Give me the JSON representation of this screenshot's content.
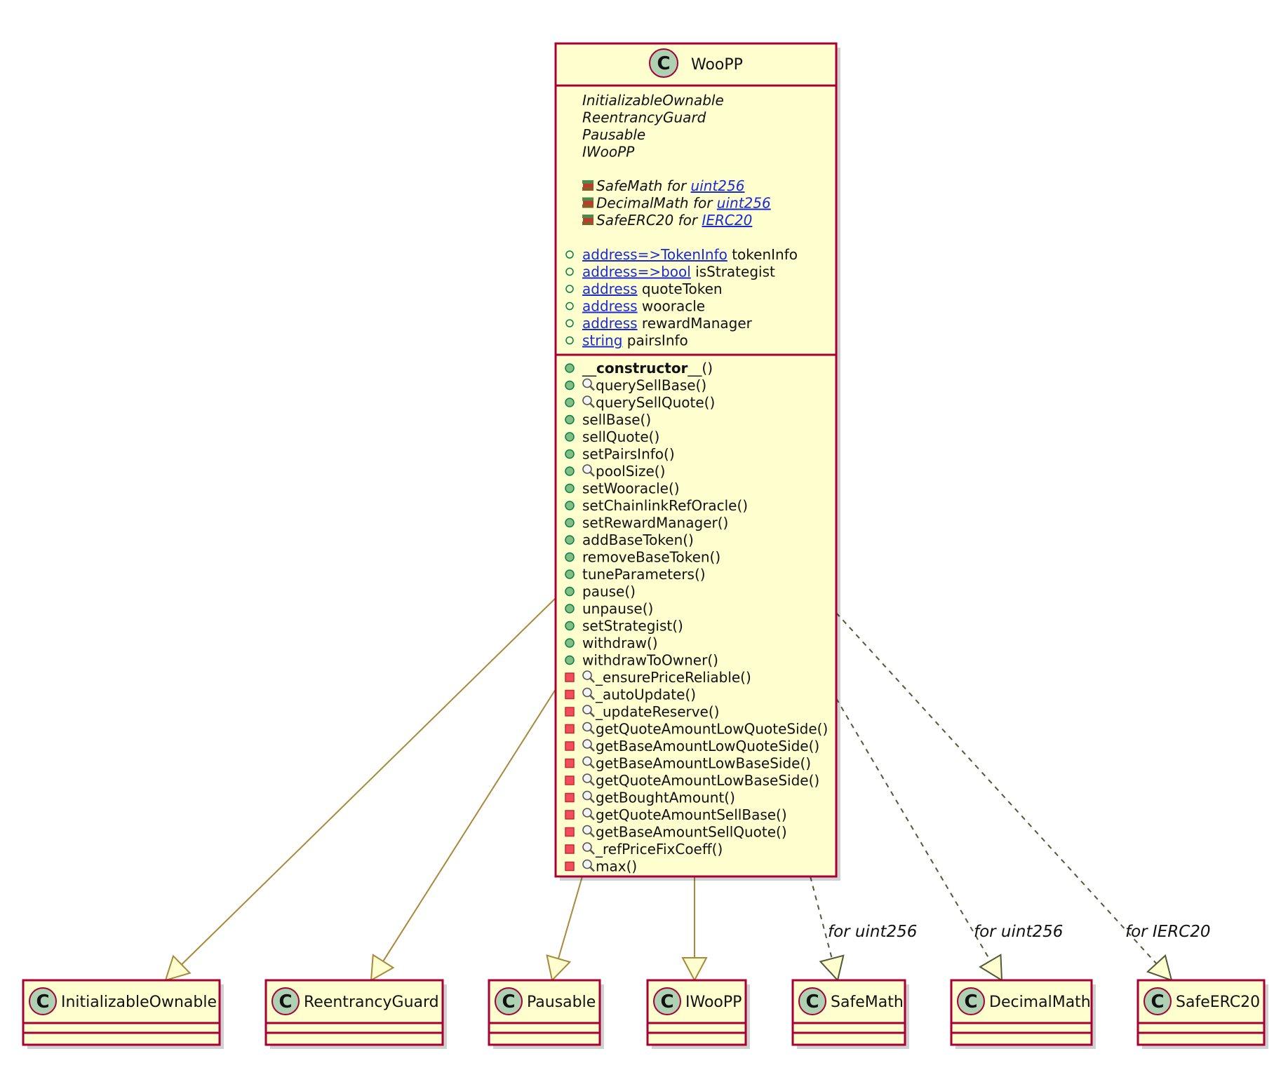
{
  "main_class": {
    "name": "WooPP",
    "stereotype_letter": "C",
    "parents": [
      "InitializableOwnable",
      "ReentrancyGuard",
      "Pausable",
      "IWooPP"
    ],
    "libraries": [
      {
        "lib": "SafeMath",
        "for_word": "for",
        "type": "uint256"
      },
      {
        "lib": "DecimalMath",
        "for_word": "for",
        "type": "uint256"
      },
      {
        "lib": "SafeERC20",
        "for_word": "for",
        "type": "IERC20"
      }
    ],
    "fields": [
      {
        "type": "address=>TokenInfo",
        "name": "tokenInfo",
        "visibility": "public-hollow"
      },
      {
        "type": "address=>bool",
        "name": "isStrategist",
        "visibility": "public-hollow"
      },
      {
        "type": "address",
        "name": "quoteToken",
        "visibility": "public-hollow"
      },
      {
        "type": "address",
        "name": "wooracle",
        "visibility": "public-hollow"
      },
      {
        "type": "address",
        "name": "rewardManager",
        "visibility": "public-hollow"
      },
      {
        "type": "string",
        "name": "pairsInfo",
        "visibility": "public-hollow"
      }
    ],
    "methods": [
      {
        "name": "__constructor__()",
        "visibility": "public",
        "view": false,
        "bold": "constructor"
      },
      {
        "name": "querySellBase()",
        "visibility": "public",
        "view": true
      },
      {
        "name": "querySellQuote()",
        "visibility": "public",
        "view": true
      },
      {
        "name": "sellBase()",
        "visibility": "public",
        "view": false
      },
      {
        "name": "sellQuote()",
        "visibility": "public",
        "view": false
      },
      {
        "name": "setPairsInfo()",
        "visibility": "public",
        "view": false
      },
      {
        "name": "poolSize()",
        "visibility": "public",
        "view": true
      },
      {
        "name": "setWooracle()",
        "visibility": "public",
        "view": false
      },
      {
        "name": "setChainlinkRefOracle()",
        "visibility": "public",
        "view": false
      },
      {
        "name": "setRewardManager()",
        "visibility": "public",
        "view": false
      },
      {
        "name": "addBaseToken()",
        "visibility": "public",
        "view": false
      },
      {
        "name": "removeBaseToken()",
        "visibility": "public",
        "view": false
      },
      {
        "name": "tuneParameters()",
        "visibility": "public",
        "view": false
      },
      {
        "name": "pause()",
        "visibility": "public",
        "view": false
      },
      {
        "name": "unpause()",
        "visibility": "public",
        "view": false
      },
      {
        "name": "setStrategist()",
        "visibility": "public",
        "view": false
      },
      {
        "name": "withdraw()",
        "visibility": "public",
        "view": false
      },
      {
        "name": "withdrawToOwner()",
        "visibility": "public",
        "view": false
      },
      {
        "name": "_ensurePriceReliable()",
        "visibility": "private",
        "view": true
      },
      {
        "name": "_autoUpdate()",
        "visibility": "private",
        "view": true
      },
      {
        "name": "_updateReserve()",
        "visibility": "private",
        "view": true
      },
      {
        "name": "getQuoteAmountLowQuoteSide()",
        "visibility": "private",
        "view": true
      },
      {
        "name": "getBaseAmountLowQuoteSide()",
        "visibility": "private",
        "view": true
      },
      {
        "name": "getBaseAmountLowBaseSide()",
        "visibility": "private",
        "view": true
      },
      {
        "name": "getQuoteAmountLowBaseSide()",
        "visibility": "private",
        "view": true
      },
      {
        "name": "getBoughtAmount()",
        "visibility": "private",
        "view": true
      },
      {
        "name": "getQuoteAmountSellBase()",
        "visibility": "private",
        "view": true
      },
      {
        "name": "getBaseAmountSellQuote()",
        "visibility": "private",
        "view": true
      },
      {
        "name": "_refPriceFixCoeff()",
        "visibility": "private",
        "view": true
      },
      {
        "name": "max()",
        "visibility": "private",
        "view": true
      }
    ]
  },
  "related_classes": [
    {
      "name": "InitializableOwnable",
      "relation": "inherits"
    },
    {
      "name": "ReentrancyGuard",
      "relation": "inherits"
    },
    {
      "name": "Pausable",
      "relation": "inherits"
    },
    {
      "name": "IWooPP",
      "relation": "inherits"
    },
    {
      "name": "SafeMath",
      "relation": "uses",
      "label": "for uint256"
    },
    {
      "name": "DecimalMath",
      "relation": "uses",
      "label": "for uint256"
    },
    {
      "name": "SafeERC20",
      "relation": "uses",
      "label": "for IERC20"
    }
  ],
  "colors": {
    "class_fill": "#fefece",
    "class_border": "#a80036",
    "stereotype_circle": "#add1b2",
    "inherit_edge": "#a8893c",
    "uses_edge": "#4f5a3a",
    "link": "#1a2bd6",
    "public_marker": "#84be84",
    "private_marker": "#f24d5c"
  }
}
